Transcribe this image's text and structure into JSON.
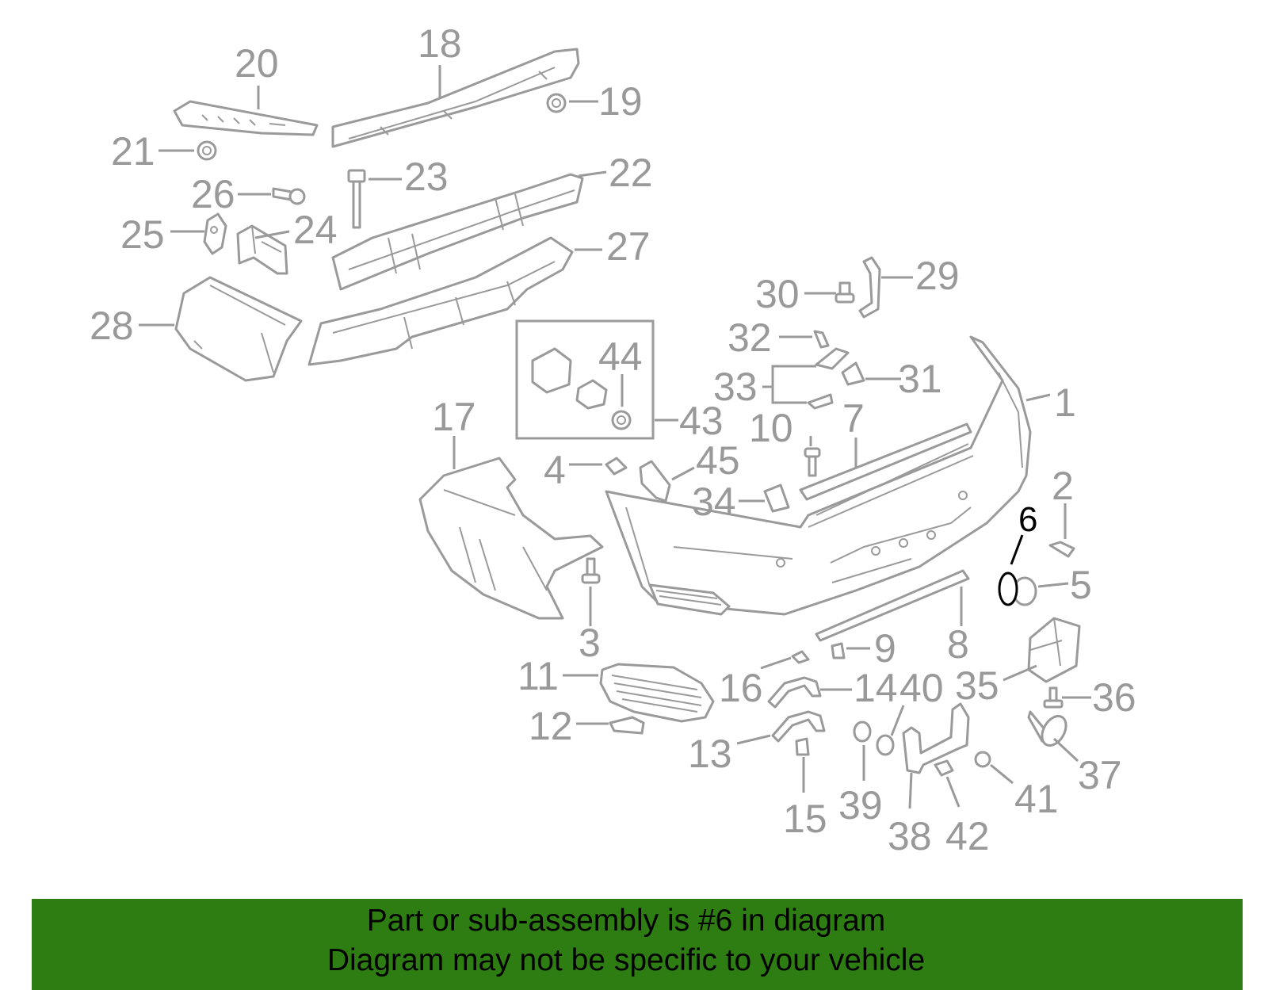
{
  "banner": {
    "line1": "Part or sub-assembly is #6 in diagram",
    "line2": "Diagram may not be specific to your vehicle",
    "color": "#2e7d12"
  },
  "diagram": {
    "highlighted_part": "6",
    "highlight_color": "#000000",
    "line_color": "#9a9a9a",
    "callouts": [
      "1",
      "2",
      "3",
      "4",
      "5",
      "6",
      "7",
      "8",
      "9",
      "10",
      "11",
      "12",
      "13",
      "14",
      "15",
      "16",
      "17",
      "18",
      "19",
      "20",
      "21",
      "22",
      "23",
      "24",
      "25",
      "26",
      "27",
      "28",
      "29",
      "30",
      "31",
      "32",
      "33",
      "34",
      "35",
      "36",
      "37",
      "38",
      "39",
      "40",
      "41",
      "42",
      "43",
      "44",
      "45"
    ]
  }
}
